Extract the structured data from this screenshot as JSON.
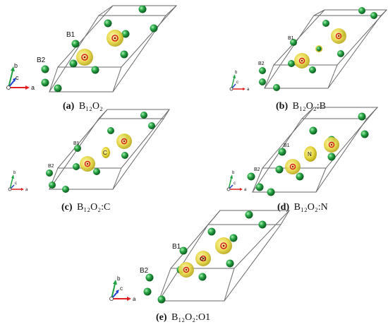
{
  "panels": [
    {
      "id": "a",
      "caption_letter": "(a)",
      "caption_formula": "B₁₂O₂",
      "site_labels": [
        "B1",
        "B2"
      ],
      "atom_label": "",
      "axes": [
        "a",
        "b",
        "c"
      ]
    },
    {
      "id": "b",
      "caption_letter": "(b)",
      "caption_formula": "B₁₂O₂:B",
      "site_labels": [
        "B1",
        "B2"
      ],
      "atom_label": "",
      "axes": [
        "a",
        "b",
        "c"
      ]
    },
    {
      "id": "c",
      "caption_letter": "(c)",
      "caption_formula": "B₁₂O₂:C",
      "site_labels": [
        "B1",
        "B2"
      ],
      "atom_label": "C",
      "axes": [
        "a",
        "b",
        "c"
      ]
    },
    {
      "id": "d",
      "caption_letter": "(d)",
      "caption_formula": "B₁₂O₂:N",
      "site_labels": [
        "B1",
        "B2"
      ],
      "atom_label": "N",
      "axes": [
        "a",
        "b",
        "c"
      ]
    },
    {
      "id": "e",
      "caption_letter": "(e)",
      "caption_formula": "B₁₂O₂:O1",
      "site_labels": [
        "B1",
        "B2"
      ],
      "atom_label": "O1",
      "axes": [
        "a",
        "b",
        "c"
      ]
    }
  ],
  "colors": {
    "boron": "#1f9e3a",
    "isosurface": "#e6d640",
    "oxygen_ring": "#d62020",
    "cell_edge": "#666666",
    "axis_a": "#e02020",
    "axis_b": "#20a040",
    "axis_c": "#2040d0"
  }
}
